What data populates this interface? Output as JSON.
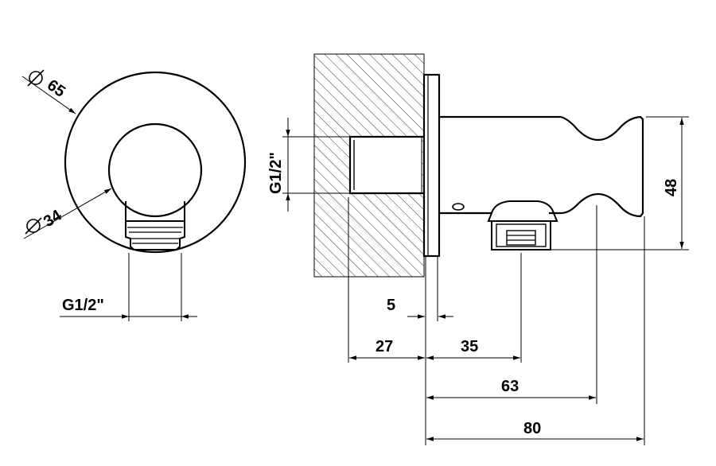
{
  "labels": {
    "diameter_outer": "65",
    "diameter_inner": "34",
    "thread_front": "G1/2\"",
    "thread_side": "G1/2\"",
    "dim_5": "5",
    "dim_27": "27",
    "dim_35": "35",
    "dim_63": "63",
    "dim_80": "80",
    "dim_48": "48"
  },
  "colors": {
    "line": "#000000",
    "background": "#ffffff"
  }
}
